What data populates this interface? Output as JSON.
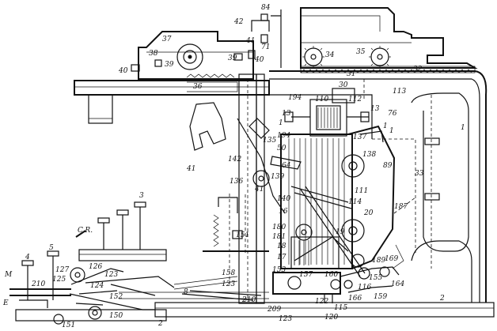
{
  "figure": {
    "labels": [
      {
        "text": "84"
      },
      {
        "text": "42"
      },
      {
        "text": "71"
      },
      {
        "text": "41"
      },
      {
        "text": "37"
      },
      {
        "text": "38"
      },
      {
        "text": "39"
      },
      {
        "text": "40"
      },
      {
        "text": "39"
      },
      {
        "text": "40"
      },
      {
        "text": "34"
      },
      {
        "text": "35"
      },
      {
        "text": "31"
      },
      {
        "text": "32"
      },
      {
        "text": "36"
      },
      {
        "text": "30"
      },
      {
        "text": "113"
      },
      {
        "text": "194"
      },
      {
        "text": "110"
      },
      {
        "text": "112"
      },
      {
        "text": "13"
      },
      {
        "text": "13"
      },
      {
        "text": "1"
      },
      {
        "text": "1"
      },
      {
        "text": "76"
      },
      {
        "text": "1"
      },
      {
        "text": "1"
      },
      {
        "text": "194"
      },
      {
        "text": "50"
      },
      {
        "text": "135"
      },
      {
        "text": "137"
      },
      {
        "text": "41"
      },
      {
        "text": "142"
      },
      {
        "text": "138"
      },
      {
        "text": "89"
      },
      {
        "text": "33"
      },
      {
        "text": "64"
      },
      {
        "text": "136"
      },
      {
        "text": "41"
      },
      {
        "text": "139"
      },
      {
        "text": "111"
      },
      {
        "text": "140"
      },
      {
        "text": "114"
      },
      {
        "text": "187"
      },
      {
        "text": "16"
      },
      {
        "text": "20"
      },
      {
        "text": "180"
      },
      {
        "text": "181"
      },
      {
        "text": "18"
      },
      {
        "text": "17"
      },
      {
        "text": "19"
      },
      {
        "text": "3"
      },
      {
        "text": "C.R."
      },
      {
        "text": "151"
      },
      {
        "text": "4"
      },
      {
        "text": "5"
      },
      {
        "text": "M"
      },
      {
        "text": "126"
      },
      {
        "text": "127"
      },
      {
        "text": "210"
      },
      {
        "text": "125"
      },
      {
        "text": "123"
      },
      {
        "text": "124"
      },
      {
        "text": "152"
      },
      {
        "text": "E"
      },
      {
        "text": "150"
      },
      {
        "text": "151"
      },
      {
        "text": "158"
      },
      {
        "text": "123"
      },
      {
        "text": "153"
      },
      {
        "text": "157"
      },
      {
        "text": "160"
      },
      {
        "text": "189"
      },
      {
        "text": "169"
      },
      {
        "text": "164"
      },
      {
        "text": "155"
      },
      {
        "text": "116"
      },
      {
        "text": "159"
      },
      {
        "text": "166"
      },
      {
        "text": "115"
      },
      {
        "text": "122"
      },
      {
        "text": "120"
      },
      {
        "text": "209"
      },
      {
        "text": "123"
      },
      {
        "text": "2"
      },
      {
        "text": "2"
      },
      {
        "text": "210"
      },
      {
        "text": "8"
      }
    ]
  }
}
